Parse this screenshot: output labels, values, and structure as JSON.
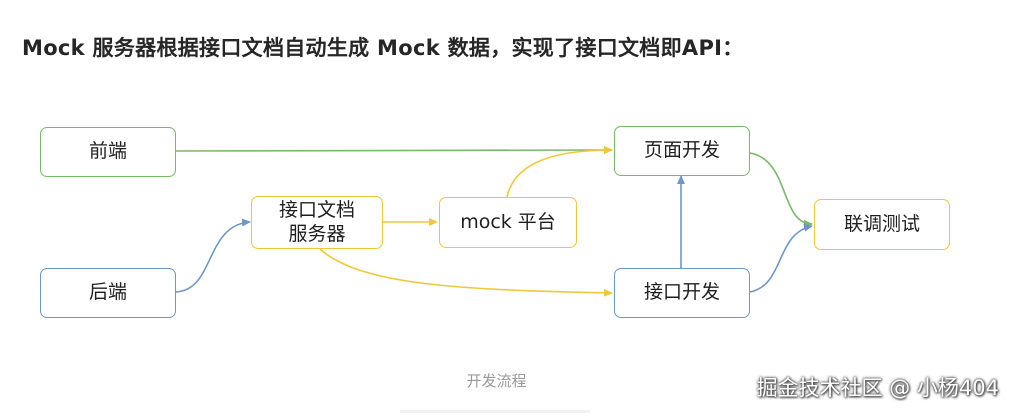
{
  "heading": "Mock 服务器根据接口文档自动生成 Mock 数据，实现了接口文档即API：",
  "nodes": {
    "frontend": "前端",
    "backend": "后端",
    "api_doc_server_line1": "接口文档",
    "api_doc_server_line2": "服务器",
    "mock_platform": "mock 平台",
    "page_dev": "页面开发",
    "api_dev": "接口开发",
    "integration_test": "联调测试"
  },
  "caption": "开发流程",
  "watermark": "掘金技术社区 @ 小杨404",
  "colors": {
    "green": "#7ab86a",
    "yellow": "#efc83a",
    "blue": "#6f96c8"
  }
}
